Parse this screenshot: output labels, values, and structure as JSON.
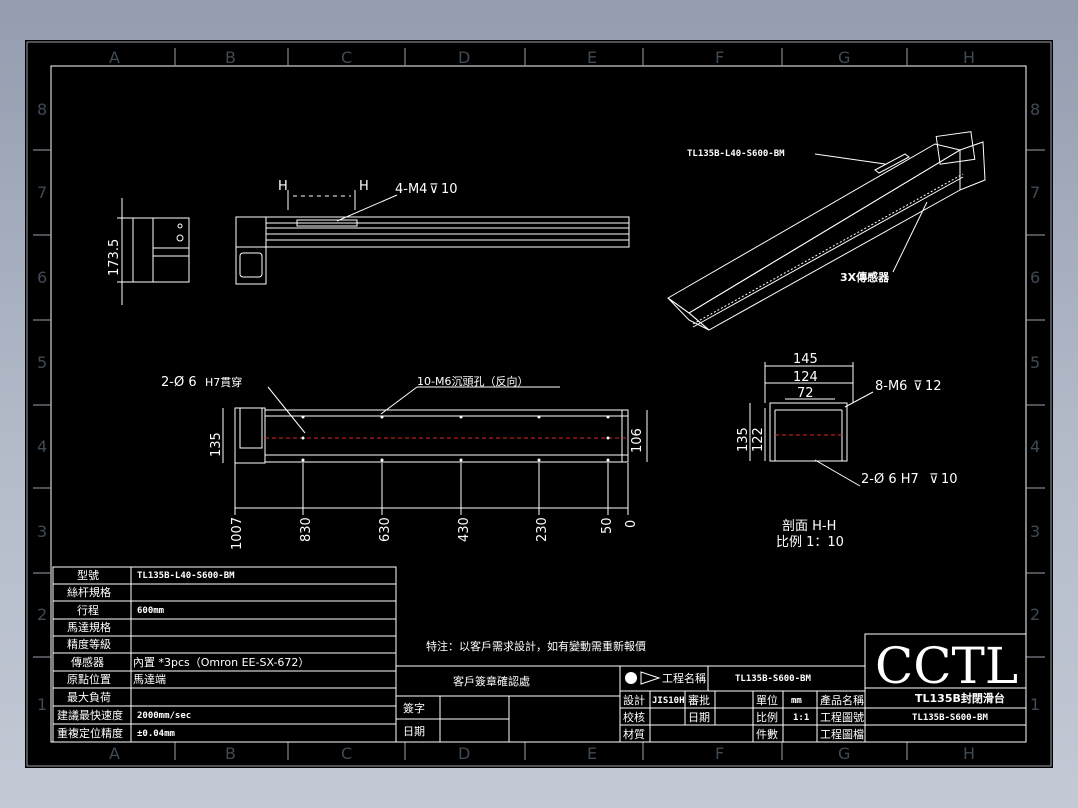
{
  "zones": {
    "cols": [
      "A",
      "B",
      "C",
      "D",
      "E",
      "F",
      "G",
      "H"
    ],
    "rows": [
      "8",
      "7",
      "6",
      "5",
      "4",
      "3",
      "2",
      "1"
    ]
  },
  "views": {
    "section_h": "H",
    "label_4m4": "4-M4",
    "depth_4m4": "10",
    "dim_173": "173.5",
    "model_callout": "TL135B-L40-S600-BM",
    "sensor_callout": "3X傳感器",
    "hole_2d6": "2-Ø 6",
    "hole_h7_thru": "H7貫穿",
    "hole_10m6": "10-M6沉頭孔（反向）",
    "dim_135": "135",
    "dim_106": "106",
    "dim_1007": "1007",
    "dim_830": "830",
    "dim_630": "630",
    "dim_430": "430",
    "dim_230": "230",
    "dim_50": "50",
    "dim_0": "0",
    "sec_145": "145",
    "sec_124": "124",
    "sec_72": "72",
    "sec_8m6": "8-M6",
    "sec_8m6_depth": "12",
    "sec_135": "135",
    "sec_122": "122",
    "sec_2d6": "2-Ø 6  H7",
    "sec_2d6_depth": "10",
    "section_title": "剖面 H-H",
    "section_scale": "比例 1：10"
  },
  "spec_table": [
    {
      "label": "型號",
      "value": "TL135B-L40-S600-BM"
    },
    {
      "label": "絲杆規格",
      "value": ""
    },
    {
      "label": "行程",
      "value": "600mm"
    },
    {
      "label": "馬達規格",
      "value": ""
    },
    {
      "label": "精度等級",
      "value": ""
    },
    {
      "label": "傳感器",
      "value": "內置 *3pcs（Omron EE-SX-672）"
    },
    {
      "label": "原點位置",
      "value": "馬達端"
    },
    {
      "label": "最大負荷",
      "value": ""
    },
    {
      "label": "建議最快速度",
      "value": "2000mm/sec"
    },
    {
      "label": "重複定位精度",
      "value": "±0.04mm"
    }
  ],
  "note": "特注：以客戶需求設計，如有變動需重新報價",
  "confirm": {
    "title": "客戶簽章確認處",
    "sign": "簽字",
    "date": "日期"
  },
  "title_block": {
    "drawing_name_label": "工程名稱",
    "drawing_name_value": "TL135B-S600-BM",
    "design_label": "設計",
    "design_value": "JIS10H",
    "approve_label": "審批",
    "check_label": "校核",
    "date_label": "日期",
    "material_label": "材質",
    "unit_label": "單位",
    "unit_value": "mm",
    "scale_label": "比例",
    "scale_value": "1:1",
    "qty_label": "件數",
    "product_label": "產品名稱",
    "eng_no_label": "工程圖號",
    "eng_ver_label": "工程圖檔",
    "logo": "CCTL",
    "product_value": "TL135B封閉滑台",
    "drawing_no_value": "TL135B-S600-BM"
  }
}
